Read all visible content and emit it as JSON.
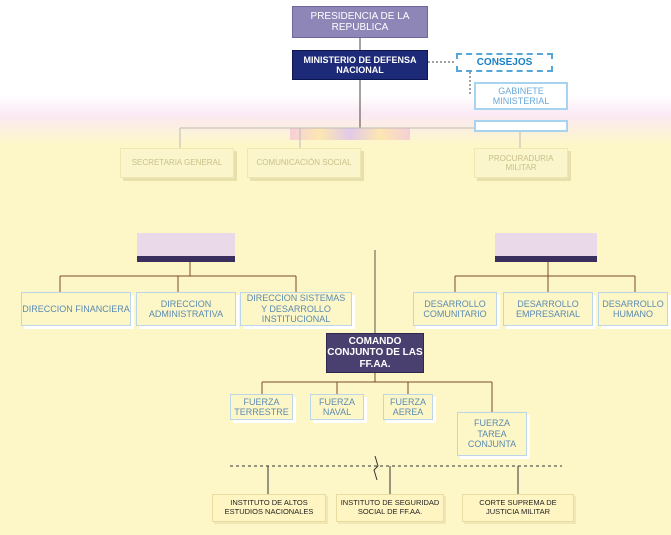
{
  "diagram": {
    "presidencia": "PRESIDENCIA DE LA REPUBLICA",
    "ministerio": "MINISTERIO DE DEFENSA NACIONAL",
    "consejos": "CONSEJOS",
    "gabinete": "GABINETE MINISTERIAL",
    "secretaria_general": "SECRETARIA GENERAL",
    "comunicacion": "COMUNICACIÓN SOCIAL",
    "procuraduria": "PROCURADURIA MILITAR",
    "direccion_financiera": "DIRECCION FINANCIERA",
    "direccion_administrativa": "DIRECCION ADMINISTRATIVA",
    "direccion_sistemas": "DIRECCION SISTEMAS Y DESARROLLO INSTITUCIONAL",
    "desarrollo_comunitario": "DESARROLLO COMUNITARIO",
    "desarrollo_empresarial": "DESARROLLO EMPRESARIAL",
    "desarrollo_humano": "DESARROLLO HUMANO",
    "comando_conjunto": "COMANDO CONJUNTO DE LAS FF.AA.",
    "fuerza_terrestre": "FUERZA TERRESTRE",
    "fuerza_naval": "FUERZA NAVAL",
    "fuerza_aerea": "FUERZA AEREA",
    "fuerza_tarea": "FUERZA TAREA CONJUNTA",
    "instituto_altos": "INSTITUTO DE ALTOS ESTUDIOS NACIONALES",
    "instituto_seguridad": "INSTITUTO DE SEGURIDAD SOCIAL DE FF.AA.",
    "corte_suprema": "CORTE SUPREMA DE JUSTICIA MILITAR"
  },
  "colors": {
    "presidencia_fill": "#8f86b8",
    "ministerio_fill": "#1d2a78",
    "comando_fill": "#4a4070",
    "unit_text": "#5a8ab0",
    "background": "#fdf7c8",
    "connector": "#7a4a2a"
  }
}
